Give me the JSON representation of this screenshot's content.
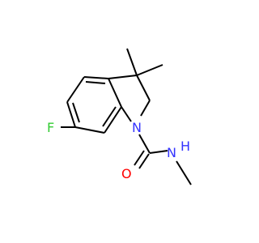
{
  "diagram": {
    "type": "chemical-structure",
    "colors": {
      "background": "#ffffff",
      "bond": "#000000",
      "fluorine": "#33cc33",
      "nitrogen": "#3333ff",
      "oxygen": "#ff0000"
    },
    "atom_labels": {
      "fluorine": "F",
      "ring_nitrogen": "N",
      "amide_nitrogen_n": "N",
      "amide_nitrogen_h": "H",
      "carbonyl_oxygen": "O"
    }
  }
}
